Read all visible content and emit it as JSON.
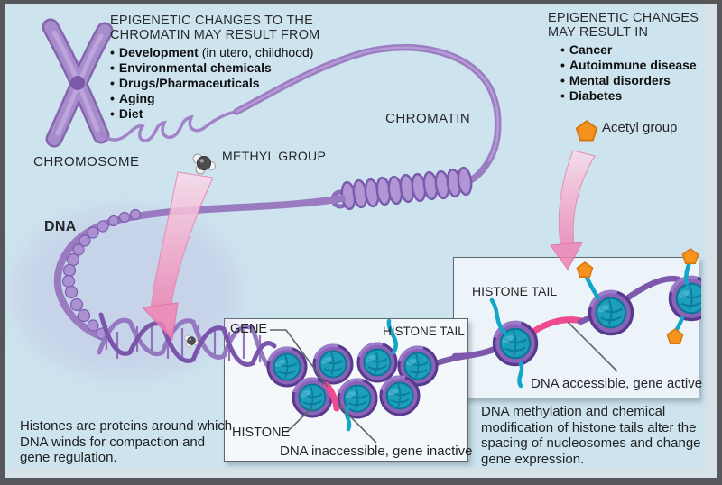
{
  "glyphs": {
    "bullet": "•"
  },
  "top_left_panel": {
    "heading_line1": "EPIGENETIC CHANGES TO THE",
    "heading_line2": "CHROMATIN MAY RESULT FROM",
    "bullets": [
      {
        "bold": "Development",
        "rest": " (in utero, childhood)"
      },
      {
        "bold": "Environmental chemicals",
        "rest": ""
      },
      {
        "bold": "Drugs/Pharmaceuticals",
        "rest": ""
      },
      {
        "bold": "Aging",
        "rest": ""
      },
      {
        "bold": "Diet",
        "rest": ""
      }
    ]
  },
  "top_right_panel": {
    "heading_line1": "EPIGENETIC CHANGES",
    "heading_line2": "MAY RESULT IN",
    "bullets": [
      {
        "bold": "Cancer",
        "rest": ""
      },
      {
        "bold": "Autoimmune disease",
        "rest": ""
      },
      {
        "bold": "Mental disorders",
        "rest": ""
      },
      {
        "bold": "Diabetes",
        "rest": ""
      }
    ]
  },
  "labels": {
    "chromosome": "CHROMOSOME",
    "dna": "DNA",
    "chromatin": "CHROMATIN",
    "methyl_group": "METHYL GROUP",
    "acetyl_group": "Acetyl group"
  },
  "inactive_box": {
    "gene_label": "GENE",
    "histone_tail_label": "HISTONE TAIL",
    "histone_label": "HISTONE",
    "caption": "DNA inaccessible, gene inactive"
  },
  "active_box": {
    "histone_tail_label": "HISTONE TAIL",
    "caption": "DNA accessible, gene active"
  },
  "captions": {
    "bottom_left": "Histones are proteins around which DNA winds for compaction and gene regulation.",
    "bottom_right": "DNA methylation and chemical modification of histone tails alter the spacing of nucleosomes and change gene expression."
  },
  "colors": {
    "background": "#cde4ef",
    "frame": "#56575a",
    "chromatin_purple": "#9c7dc2",
    "dna_purple": "#7b55ab",
    "histone_teal": "#1d9fbc",
    "histone_tail_teal": "#12a6c8",
    "gene_pink": "#ee4a90",
    "acetyl_orange": "#f6921e",
    "methyl_gray": "#4d4d50",
    "arrow_pink": "#ef84b2",
    "box_background": "#f4f8fb",
    "text": "#1d1d1f"
  }
}
